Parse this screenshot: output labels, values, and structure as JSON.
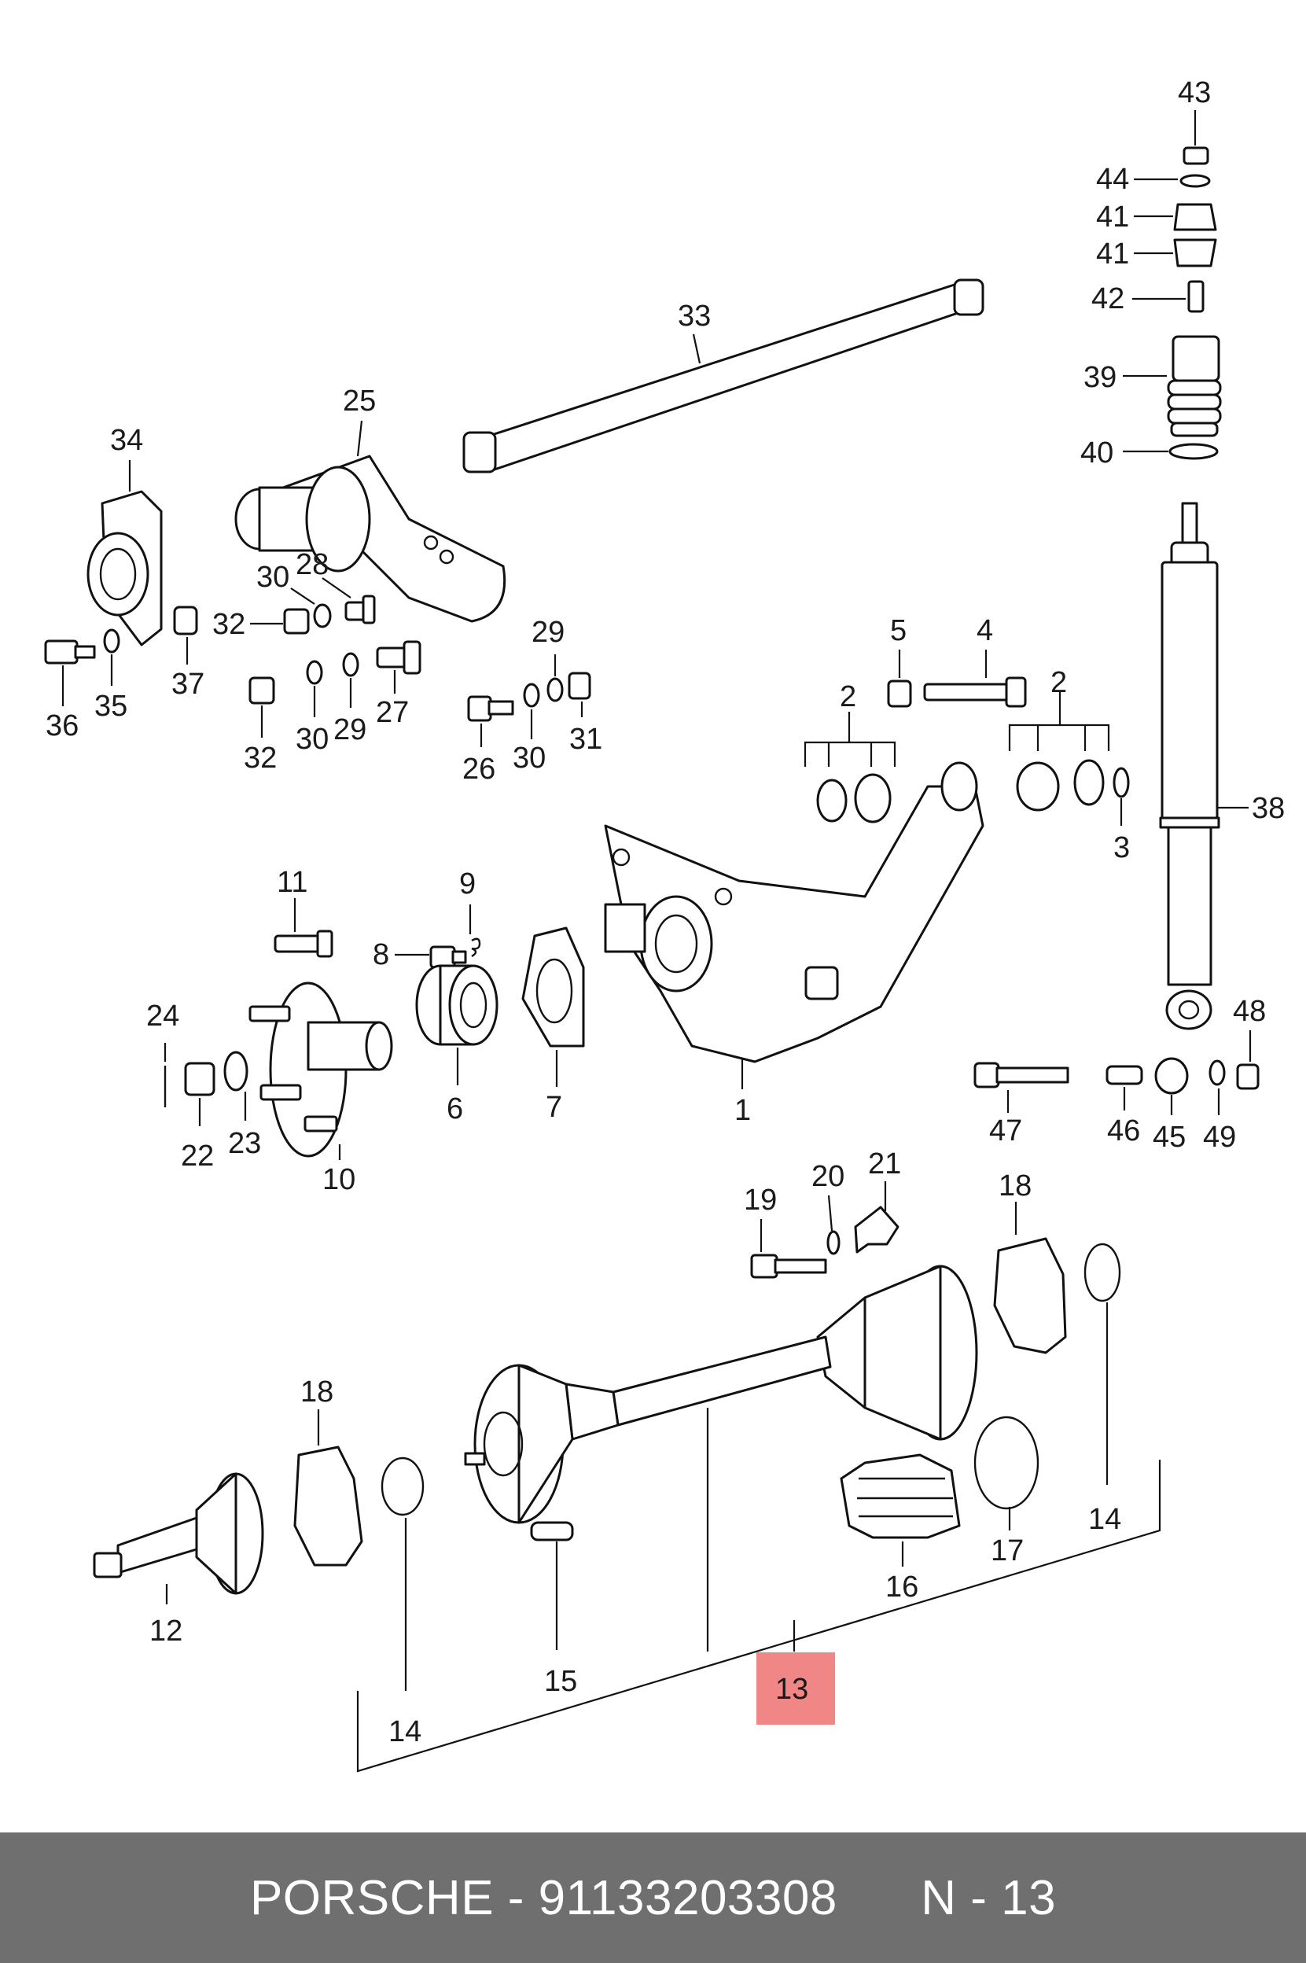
{
  "callouts": {
    "c1": "1",
    "c2a": "2",
    "c2b": "2",
    "c3": "3",
    "c4": "4",
    "c5": "5",
    "c6": "6",
    "c7": "7",
    "c8": "8",
    "c9": "9",
    "c10": "10",
    "c11": "11",
    "c12": "12",
    "c13": "13",
    "c14a": "14",
    "c14b": "14",
    "c15": "15",
    "c16": "16",
    "c17": "17",
    "c18a": "18",
    "c18b": "18",
    "c19": "19",
    "c20": "20",
    "c21": "21",
    "c22": "22",
    "c23": "23",
    "c24": "24",
    "c25": "25",
    "c26": "26",
    "c27": "27",
    "c28": "28",
    "c29a": "29",
    "c29b": "29",
    "c30a": "30",
    "c30b": "30",
    "c30c": "30",
    "c31": "31",
    "c32a": "32",
    "c32b": "32",
    "c33": "33",
    "c34": "34",
    "c35": "35",
    "c36": "36",
    "c37": "37",
    "c38": "38",
    "c39": "39",
    "c40": "40",
    "c41a": "41",
    "c41b": "41",
    "c42": "42",
    "c43": "43",
    "c44": "44",
    "c45": "45",
    "c46": "46",
    "c47": "47",
    "c48": "48",
    "c49": "49"
  },
  "highlight": {
    "color": "#f08080",
    "label_ref": "13"
  },
  "footer": {
    "brand": "PORSCHE",
    "separator": " - ",
    "part_number": "91133203308",
    "position": "N - 13",
    "background": "#6f6f6f"
  }
}
